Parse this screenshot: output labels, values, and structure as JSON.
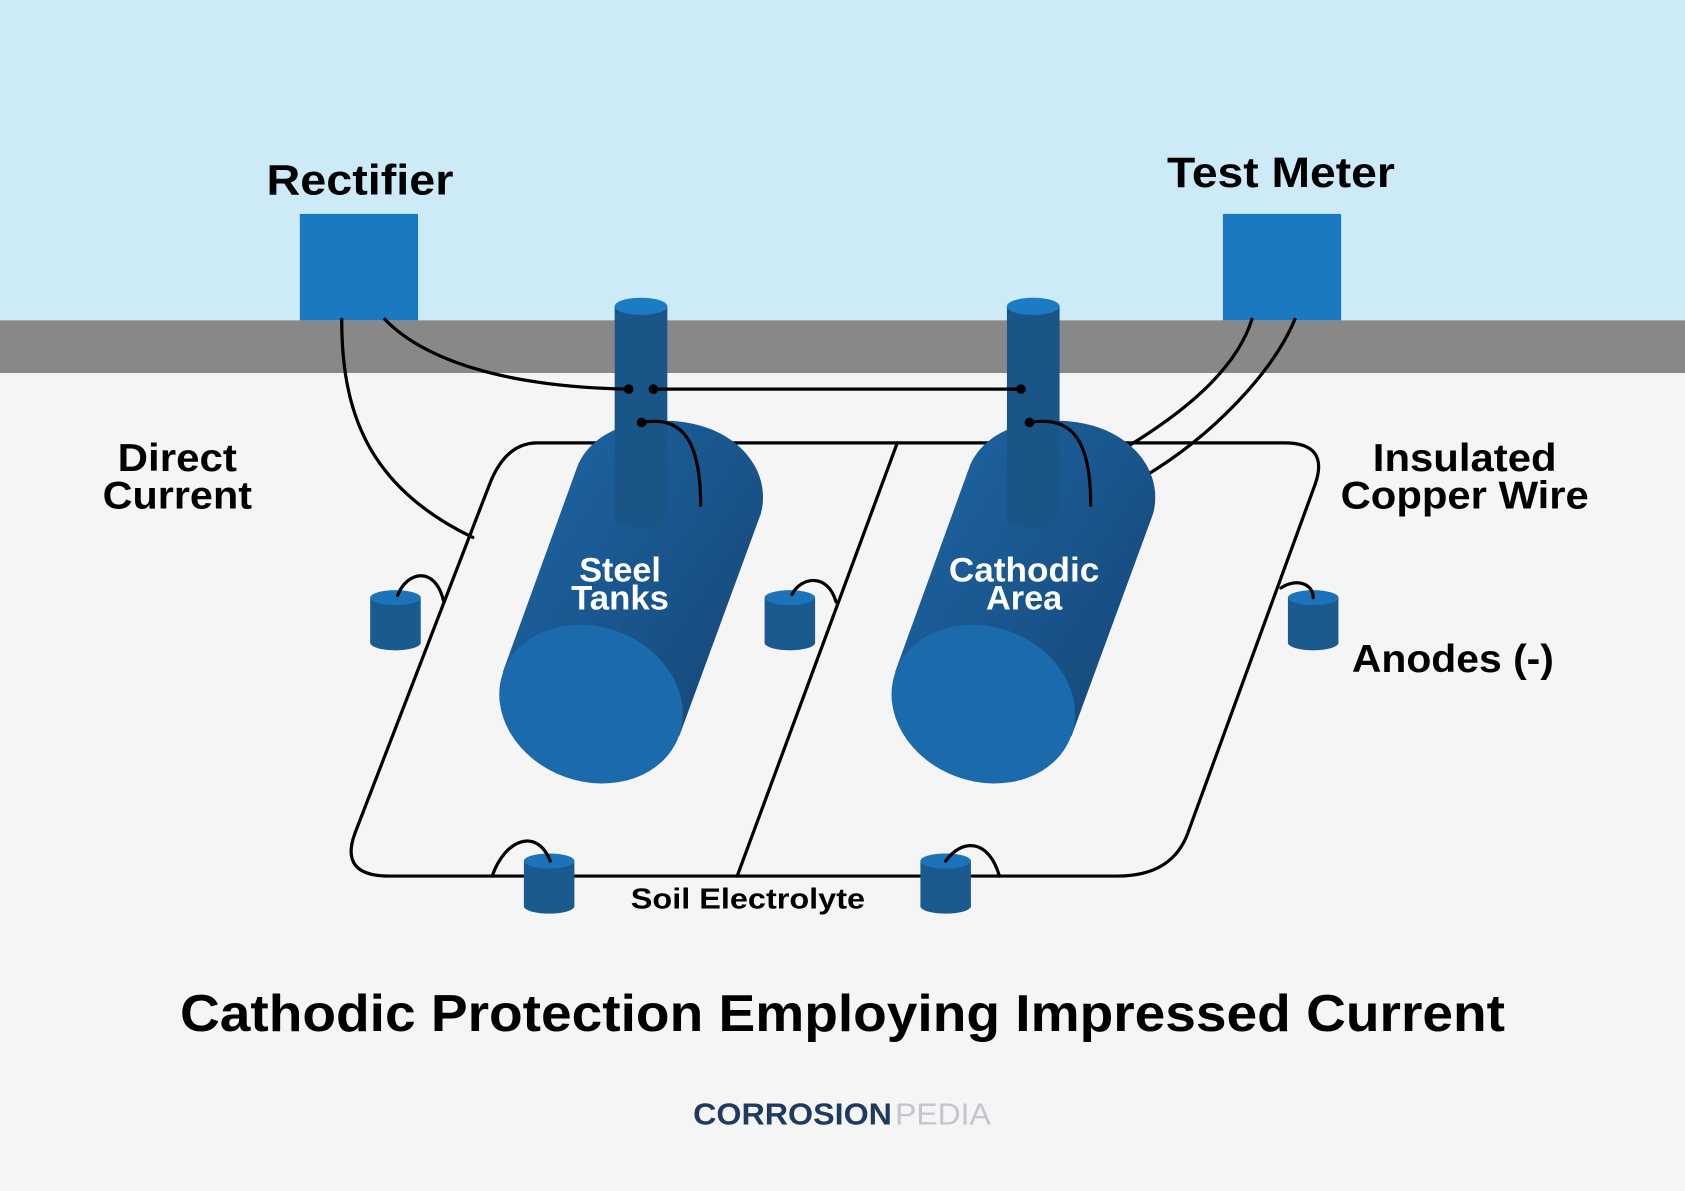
{
  "diagram": {
    "title": "Cathodic Protection Employing Impressed Current",
    "labels": {
      "rectifier": "Rectifier",
      "test_meter": "Test Meter",
      "direct_current": [
        "Direct",
        "Current"
      ],
      "insulated_copper_wire": [
        "Insulated",
        "Copper Wire"
      ],
      "anodes": "Anodes (-)",
      "steel_tanks": [
        "Steel",
        "Tanks"
      ],
      "cathodic_area": [
        "Cathodic",
        "Area"
      ],
      "soil_electrolyte": "Soil Electrolyte"
    }
  },
  "logo": {
    "part1": "CORROSION",
    "part2": "PEDIA"
  },
  "colors": {
    "sky": "#cdeaf7",
    "ground": "#888888",
    "soil": "#f5f5f6",
    "device_box": "#1a79c1",
    "pipe": "#1a5587",
    "pipe_cap": "#1b7cc4",
    "tank_body_light": "#1d64a3",
    "tank_body_dark": "#174a7c",
    "tank_end": "#1b6aab",
    "anode_body": "#1a5a8f",
    "anode_top": "#1b73ba",
    "wire": "#000000",
    "text": "#000000",
    "tank_text": "#ffffff",
    "logo_primary": "#1e3b5e",
    "logo_secondary": "#c3c7cc"
  }
}
